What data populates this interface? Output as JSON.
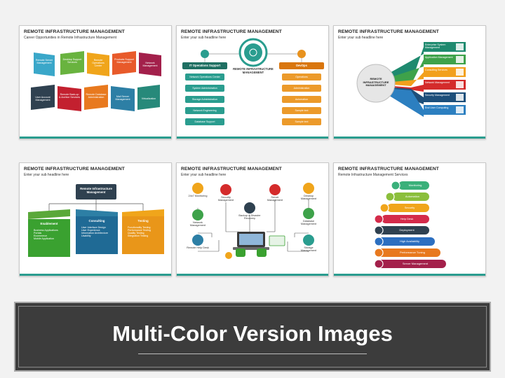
{
  "slides": {
    "s1": {
      "title": "REMOTE INFRASTRUCTURE MANAGEMENT",
      "subtitle": "Career Opportunities in Remote Infrastructure Management",
      "top_row": [
        "Remote Server Management",
        "Desktop Support Services",
        "Remote Operations Center",
        "Products Support Management",
        "Network Management"
      ],
      "bottom_row": [
        "User Account Management",
        "Remote Back-up & Archive Services",
        "Remote Database Administration",
        "Mail Server Management",
        "Virtualization"
      ]
    },
    "s2": {
      "title": "REMOTE INFRASTRUCTURE MANAGEMENT",
      "subtitle": "Enter your sub headline here",
      "center_label": "REMOTE INFRASTRUCTURE MANAGEMENT",
      "left_header": "IT Operations Support",
      "left_items": [
        "Network Operations Center",
        "System Administration",
        "Storage Administration",
        "Network Engineering",
        "Database Support"
      ],
      "right_header": "DevOps",
      "right_items": [
        "Operations",
        "Administration",
        "Automation",
        "Sample text",
        "Sample text"
      ]
    },
    "s3": {
      "title": "REMOTE INFRASTRUCTURE MANAGEMENT",
      "subtitle": "Enter your sub headline here",
      "hub": "REMOTE INFRASTRUCTURE MANAGEMENT",
      "items": [
        "Enterprise System Management",
        "Application Management",
        "Consulting Services",
        "Network Management",
        "Security Management",
        "End User Computing"
      ]
    },
    "s4": {
      "title": "REMOTE INFRASTRUCTURE MANAGEMENT",
      "subtitle": "Enter your sub headline here",
      "root": "Remote Infrastructure Management",
      "cols": [
        {
          "head": "Enablement",
          "items": [
            "Business Applications",
            "Portals",
            "Ecommerce",
            "Mobile Application"
          ]
        },
        {
          "head": "Consulting",
          "items": [
            "User Interface Design",
            "User Experience",
            "Information Architecture",
            "Usability"
          ]
        },
        {
          "head": "Testing",
          "items": [
            "Functionality Testing",
            "Performance Testing",
            "Quality Testing",
            "Integration Testing"
          ]
        }
      ]
    },
    "s5": {
      "title": "REMOTE INFRASTRUCTURE MANAGEMENT",
      "subtitle": "Enter your sub headline here",
      "labels": [
        "24x7 Monitoring",
        "Security Management",
        "Server Management",
        "Desktop Management",
        "Network Management",
        "Backup & Disaster Recovery",
        "Database Management",
        "Remote Help Desk",
        "Storage Management"
      ]
    },
    "s6": {
      "title": "REMOTE INFRASTRUCTURE MANAGEMENT",
      "subtitle": "Remote Infrastructure Management Services",
      "items": [
        "Monitoring",
        "Automation",
        "Security",
        "Help Desk",
        "Deployment",
        "High Availability",
        "Performance Tuning",
        "Server Management"
      ]
    }
  },
  "banner": {
    "title": "Multi-Color Version Images"
  }
}
